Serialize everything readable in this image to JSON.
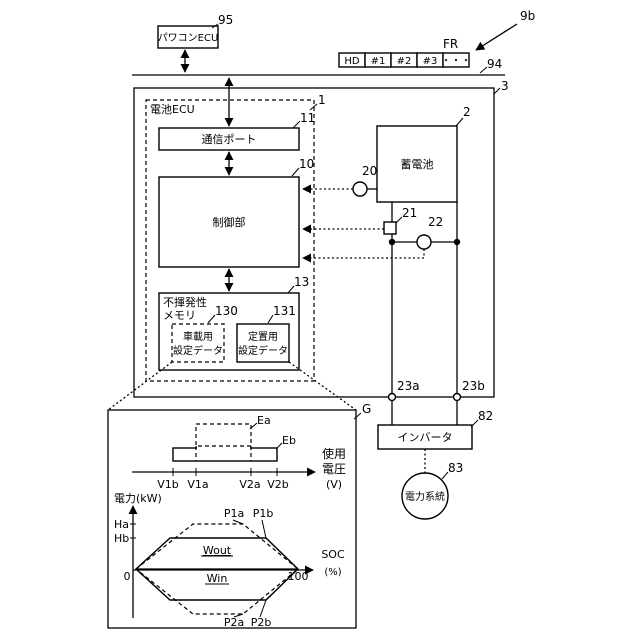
{
  "labels": {
    "power_ecu": "パワコンECU",
    "ref_95": "95",
    "ref_9b": "9b",
    "ref_94": "94",
    "ref_3": "3",
    "fr": "FR",
    "frame_cells": [
      "HD",
      "#1",
      "#2",
      "#3",
      "・・・"
    ],
    "battery_ecu": "電池ECU",
    "ref_1": "1",
    "comm_port": "通信ポート",
    "ref_11": "11",
    "control_unit": "制御部",
    "ref_10": "10",
    "nonvolatile_line1": "不揮発性",
    "nonvolatile_line2": "メモリ",
    "ref_13": "13",
    "ref_130": "130",
    "ref_131": "131",
    "vehicle_data_line1": "車載用",
    "vehicle_data_line2": "設定データ",
    "stationary_data_line1": "定置用",
    "stationary_data_line2": "設定データ",
    "storage_battery": "蓄電池",
    "ref_2": "2",
    "ref_20": "20",
    "ref_21": "21",
    "ref_22": "22",
    "ref_23a": "23a",
    "ref_23b": "23b",
    "inverter": "インバータ",
    "ref_82": "82",
    "power_system": "電力系統",
    "ref_83": "83",
    "ref_g": "G",
    "ea": "Ea",
    "eb": "Eb",
    "usage_voltage_line1": "使用",
    "usage_voltage_line2": "電圧",
    "usage_voltage_line3": "(V)",
    "v1b": "V1b",
    "v1a": "V1a",
    "v2a": "V2a",
    "v2b": "V2b",
    "power_axis": "電力(kW)",
    "ha": "Ha",
    "hb": "Hb",
    "p1a": "P1a",
    "p1b": "P1b",
    "p2a": "P2a",
    "p2b": "P2b",
    "wout": "Wout",
    "win": "Win",
    "soc_line1": "SOC",
    "soc_line2": "(%)",
    "zero": "0",
    "hundred": "100"
  }
}
